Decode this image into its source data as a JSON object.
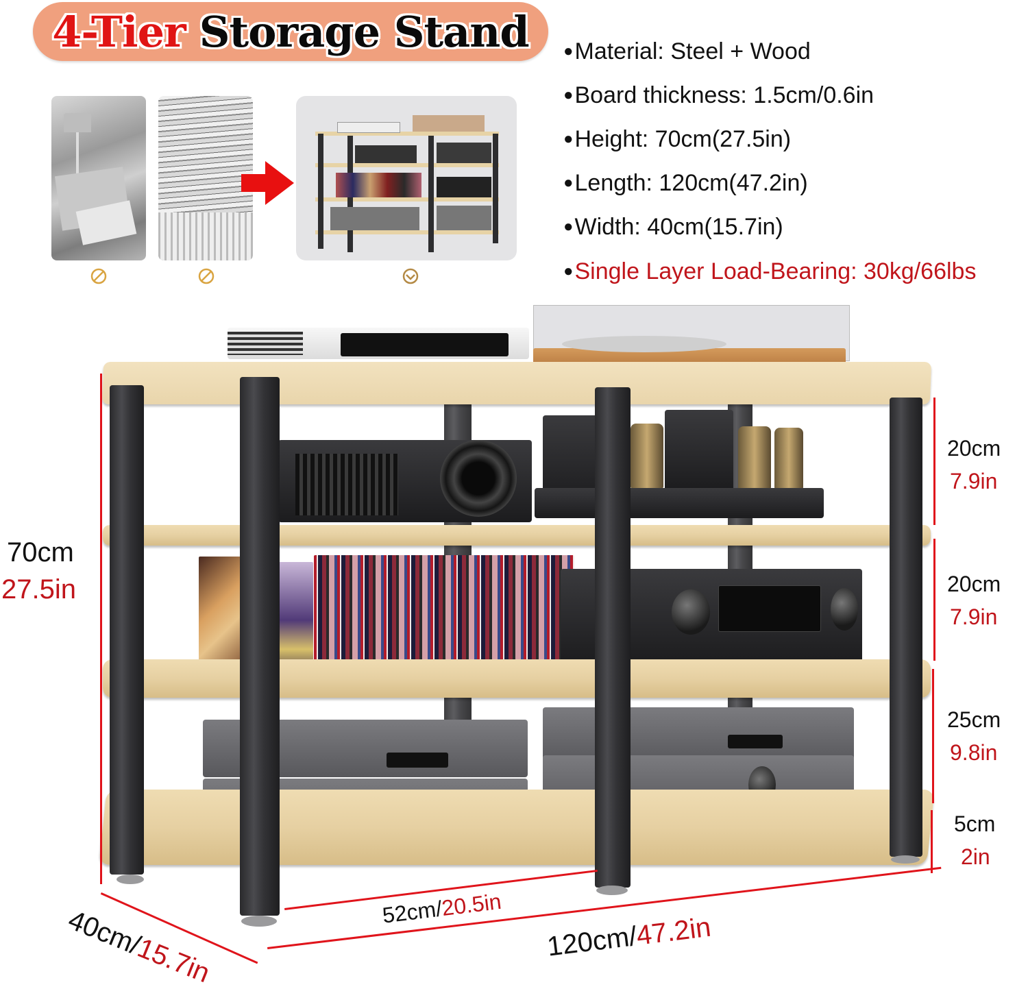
{
  "title": {
    "prefix": "4-Tier",
    "main": "Storage Stand",
    "banner_color": "#f0a07e",
    "prefix_color": "#e01414"
  },
  "comparison": {
    "items": [
      {
        "label": "cluttered-room-photo",
        "status": "not-allowed",
        "status_icon": "prohibit-icon"
      },
      {
        "label": "stacked-papers-photo",
        "status": "not-allowed",
        "status_icon": "prohibit-icon"
      },
      {
        "label": "organized-stand-photo",
        "status": "approved",
        "status_icon": "check-circle-icon"
      }
    ],
    "arrow_color": "#e81010",
    "icon_color": "#d9a441"
  },
  "specs": [
    {
      "bullet": "●",
      "text": "Material: Steel + Wood",
      "highlight": false
    },
    {
      "bullet": "●",
      "text": "Board thickness: 1.5cm/0.6in",
      "highlight": false
    },
    {
      "bullet": "●",
      "text": "Height: 70cm(27.5in)",
      "highlight": false
    },
    {
      "bullet": "●",
      "text": "Length: 120cm(47.2in)",
      "highlight": false
    },
    {
      "bullet": "●",
      "text": "Width: 40cm(15.7in)",
      "highlight": false
    },
    {
      "bullet": "●",
      "text": "Single Layer Load-Bearing: 30kg/66lbs",
      "highlight": true
    }
  ],
  "dimensions": {
    "total_height": {
      "cm": "70cm",
      "in": "27.5in"
    },
    "tiers": [
      {
        "cm": "20cm",
        "in": "7.9in"
      },
      {
        "cm": "20cm",
        "in": "7.9in"
      },
      {
        "cm": "25cm",
        "in": "9.8in"
      },
      {
        "cm": "5cm",
        "in": "2in"
      }
    ],
    "depth": {
      "cm": "40cm/",
      "in": "15.7in"
    },
    "section_width": {
      "cm": "52cm/",
      "in": "20.5in"
    },
    "length": {
      "cm": "120cm/",
      "in": "47.2in"
    },
    "line_color": "#e0141b",
    "inch_color": "#c0151b"
  }
}
